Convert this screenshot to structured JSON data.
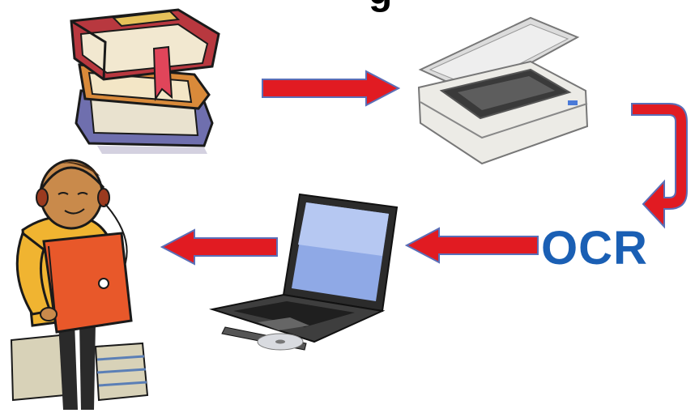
{
  "diagram": {
    "title_fragment": "g",
    "ocr_label": "OCR",
    "colors": {
      "arrow": "#e11b22",
      "arrow_outline": "#5a6fb8",
      "ocr_text": "#1a5fb4"
    },
    "nodes": [
      {
        "id": "books",
        "icon": "stacked-books-icon"
      },
      {
        "id": "scanner",
        "icon": "flatbed-scanner-icon"
      },
      {
        "id": "laptop",
        "icon": "laptop-icon"
      },
      {
        "id": "listener",
        "icon": "person-listening-headphones-icon"
      }
    ],
    "edges": [
      {
        "from": "books",
        "to": "scanner"
      },
      {
        "from": "scanner",
        "to": "ocr"
      },
      {
        "from": "ocr",
        "to": "laptop"
      },
      {
        "from": "laptop",
        "to": "listener"
      }
    ]
  }
}
